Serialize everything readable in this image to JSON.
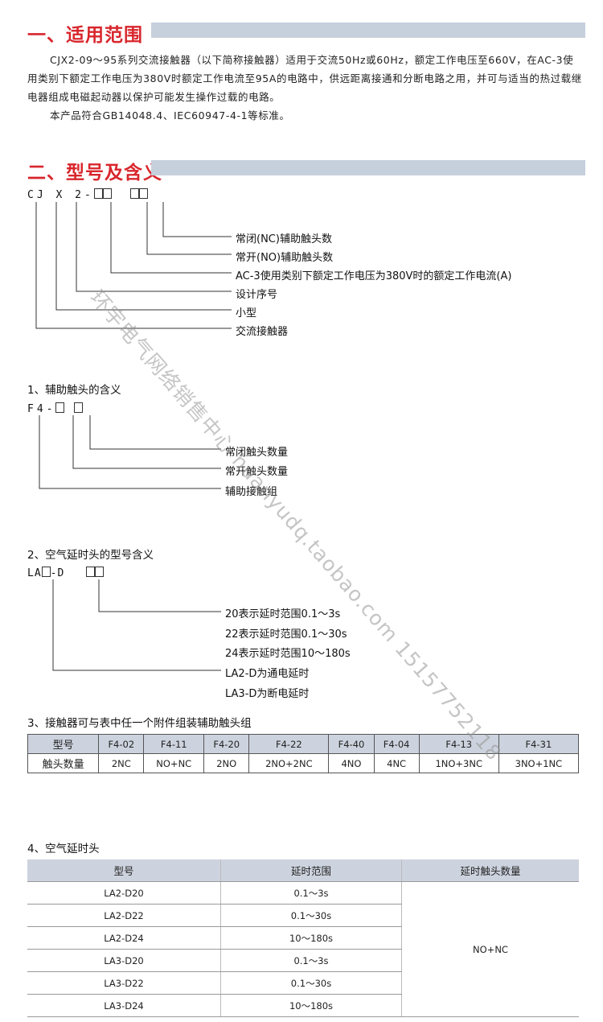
{
  "section1": {
    "title": "一、适用范围",
    "p1": "CJX2-09～95系列交流接触器（以下简称接触器）适用于交流50Hz或60Hz，额定工作电压至660V，在AC-3使用类别下额定工作电压为380V时额定工作电流至95A的电路中，供远距离接通和分断电路之用，并可与适当的热过载继电器组成电磁起动器以保护可能发生操作过载的电路。",
    "p2": "本产品符合GB14048.4、IEC60947-4-1等标准。"
  },
  "section2": {
    "title": "二、型号及含义",
    "code_prefix": "CJ X 2-",
    "labels": [
      "常闭(NC)辅助触头数",
      "常开(NO)辅助触头数",
      "AC-3使用类别下额定工作电压为380V时的额定工作电流(A)",
      "设计序号",
      "小型",
      "交流接触器"
    ]
  },
  "sub1": {
    "title": "1、辅助触头的含义",
    "code_prefix": "F4-",
    "labels": [
      "常闭触头数量",
      "常开触头数量",
      "辅助接触组"
    ]
  },
  "sub2": {
    "title": "2、空气延时头的型号含义",
    "code_prefix": "LA",
    "code_suffix": "-D",
    "labels": [
      "20表示延时范围0.1～3s",
      "22表示延时范围0.1～30s",
      "24表示延时范围10～180s",
      "LA2-D为通电延时",
      "LA3-D为断电延时"
    ]
  },
  "table3": {
    "title": "3、接触器可与表中任一个附件组装辅助触头组",
    "header": [
      "型号",
      "F4-02",
      "F4-11",
      "F4-20",
      "F4-22",
      "F4-40",
      "F4-04",
      "F4-13",
      "F4-31"
    ],
    "row": [
      "触头数量",
      "2NC",
      "NO+NC",
      "2NO",
      "2NO+2NC",
      "4NO",
      "4NC",
      "1NO+3NC",
      "3NO+1NC"
    ]
  },
  "table4": {
    "title": "4、空气延时头",
    "headers": [
      "型号",
      "延时范围",
      "延时触头数量"
    ],
    "rows": [
      [
        "LA2-D20",
        "0.1～3s"
      ],
      [
        "LA2-D22",
        "0.1～30s"
      ],
      [
        "LA2-D24",
        "10～180s"
      ],
      [
        "LA3-D20",
        "0.1～3s"
      ],
      [
        "LA3-D22",
        "0.1～30s"
      ],
      [
        "LA3-D24",
        "10～180s"
      ]
    ],
    "merged": "NO+NC"
  },
  "watermark": "环宇电气网络销售中心 huanyudq.taobao.com 15157752118",
  "colors": {
    "accent": "#d8262c",
    "bar": "#c6cfdc",
    "table_header": "#cdd3de"
  }
}
